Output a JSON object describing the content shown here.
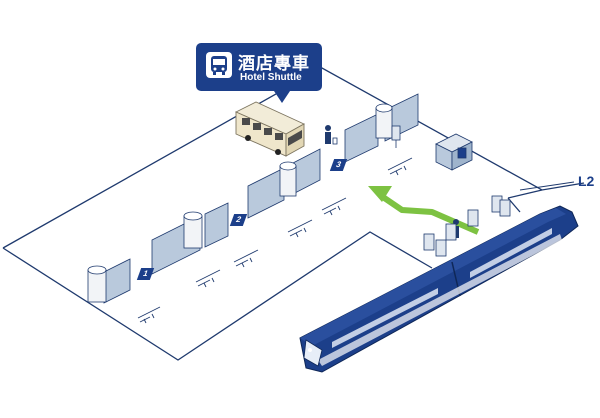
{
  "hotel_shuttle": {
    "label_zh": "酒店專車",
    "label_en": "Hotel Shuttle"
  },
  "level": "L2",
  "gates": [
    "1",
    "2",
    "3"
  ],
  "icons": {
    "shuttle_badge": "bus-icon",
    "vehicle": "shuttle-bus-icon",
    "train": "airport-express-train-icon",
    "arrow": "direction-arrow-icon"
  },
  "colors": {
    "brand_navy": "#1c3f8a",
    "arrow_green": "#7dc242",
    "outline": "#1f3a6e",
    "glass": "#b9c9dc"
  }
}
